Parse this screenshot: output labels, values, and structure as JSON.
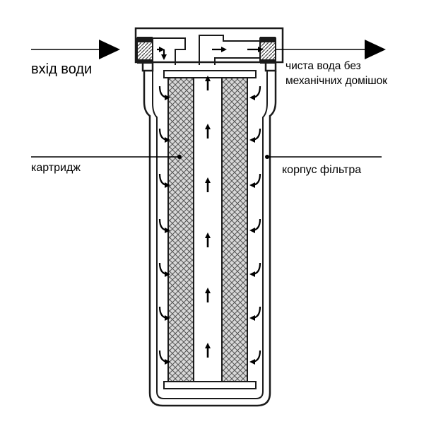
{
  "labels": {
    "inlet": "вхід води",
    "outlet": "чиста вода без механічних домішок",
    "cartridge": "картридж",
    "housing": "корпус фільтра"
  },
  "colors": {
    "line": "#1a1a1a",
    "mesh_fill": "#d8d8d8",
    "hatch": "#6e6e6e",
    "background": "#ffffff"
  },
  "icons": {
    "flow_arrow": "arrow-icon",
    "inlet_arrow": "arrow-right-icon",
    "outlet_arrow": "arrow-right-icon"
  }
}
